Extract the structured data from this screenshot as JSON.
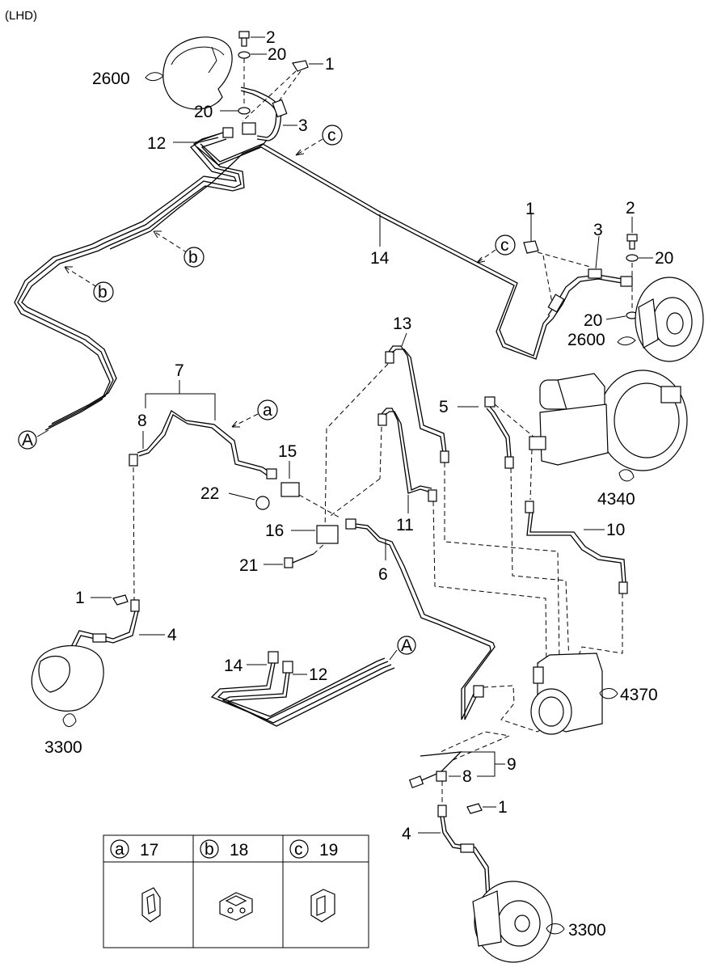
{
  "header": {
    "variant": "(LHD)"
  },
  "callouts": {
    "n1a": "1",
    "n2a": "2",
    "n20a": "20",
    "n20b": "20",
    "n3a": "3",
    "n12a": "12",
    "n2600a": "2600",
    "cA": "c",
    "bA": "b",
    "bB": "b",
    "n14a": "14",
    "cB": "c",
    "n1b": "1",
    "n3b": "3",
    "n2b": "2",
    "n20c": "20",
    "n20d": "20",
    "n2600b": "2600",
    "AA": "A",
    "n7": "7",
    "n8a": "8",
    "aA": "a",
    "n13": "13",
    "n5": "5",
    "n15": "15",
    "n22": "22",
    "n16": "16",
    "n21": "21",
    "n11": "11",
    "n6": "6",
    "n10": "10",
    "n4340": "4340",
    "n1c": "1",
    "n4a": "4",
    "n3300a": "3300",
    "n14b": "14",
    "n12b": "12",
    "AB": "A",
    "n4370": "4370",
    "n9": "9",
    "n8b": "8",
    "n1d": "1",
    "n4b": "4",
    "n3300b": "3300"
  },
  "legend": {
    "cells": [
      {
        "letter": "a",
        "part": "17"
      },
      {
        "letter": "b",
        "part": "18"
      },
      {
        "letter": "c",
        "part": "19"
      }
    ]
  }
}
